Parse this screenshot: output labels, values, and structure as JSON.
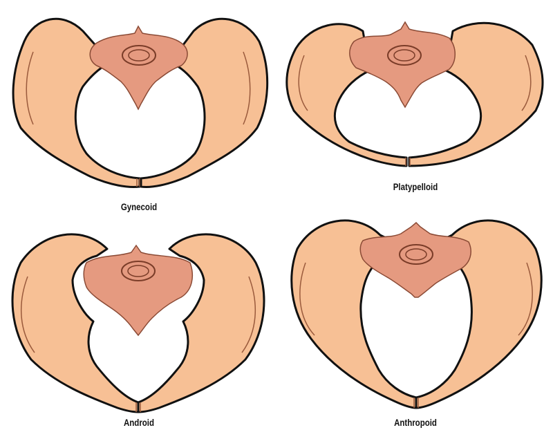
{
  "figure": {
    "colors": {
      "bone": "#F7C095",
      "sacrum": "#E59A80",
      "outline": "#111111",
      "detail_line": "#9A5A3C",
      "background": "#FFFFFF"
    },
    "panels": [
      {
        "id": "gynecoid",
        "label": "Gynecoid",
        "position": "top-left",
        "inlet_shape": "round"
      },
      {
        "id": "platypelloid",
        "label": "Platypelloid",
        "position": "top-right",
        "inlet_shape": "flat-oval"
      },
      {
        "id": "android",
        "label": "Android",
        "position": "bottom-left",
        "inlet_shape": "heart"
      },
      {
        "id": "anthropoid",
        "label": "Anthropoid",
        "position": "bottom-right",
        "inlet_shape": "tall-oval"
      }
    ]
  }
}
